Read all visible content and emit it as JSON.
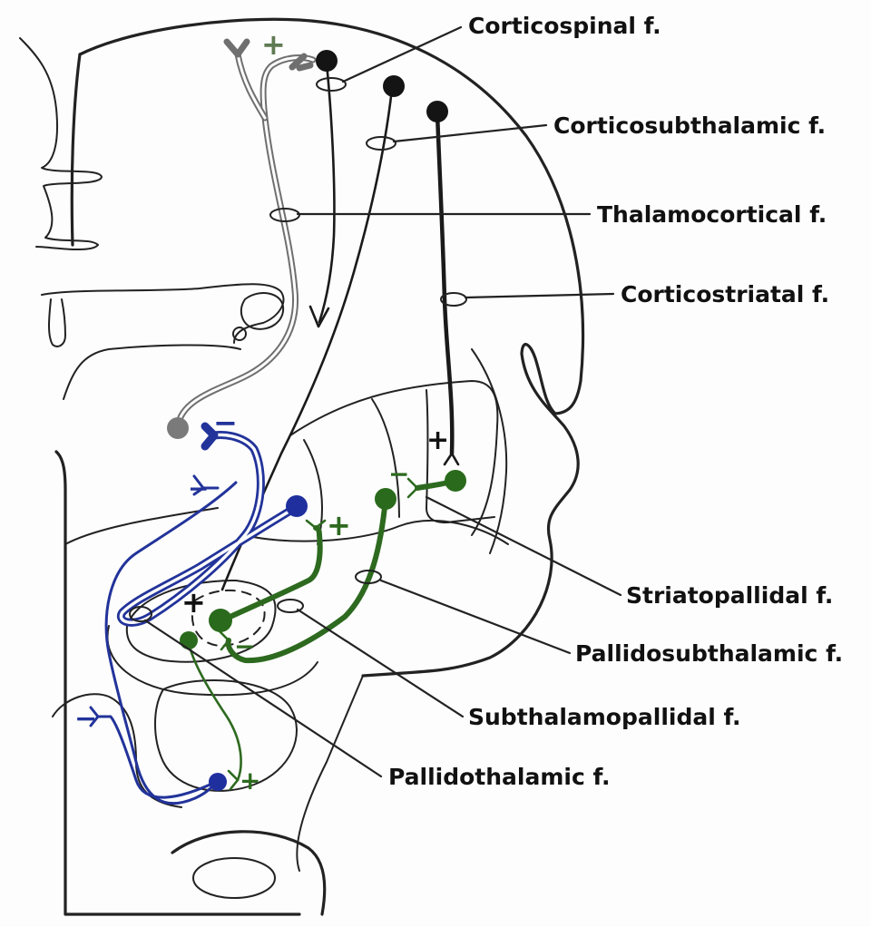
{
  "labels": {
    "corticospinal": "Corticospinal f.",
    "corticosubthalamic": "Corticosubthalamic f.",
    "thalamocortical": "Thalamocortical f.",
    "corticostriatal": "Corticostriatal f.",
    "striatopallidal": "Striatopallidal f.",
    "pallidosubthalamic": "Pallidosubthalamic f.",
    "subthalamopallidal": "Subthalamopallidal f.",
    "pallidothalamic": "Pallidothalamic f."
  },
  "signs": {
    "plus": "+",
    "minus": "−"
  },
  "colors": {
    "outline": "#222222",
    "excitatory_cortical": "#141414",
    "thalamocortical": "#6f6f6f",
    "inhibitory_blue": "#22339a",
    "green_pathway": "#2d6a1f"
  }
}
